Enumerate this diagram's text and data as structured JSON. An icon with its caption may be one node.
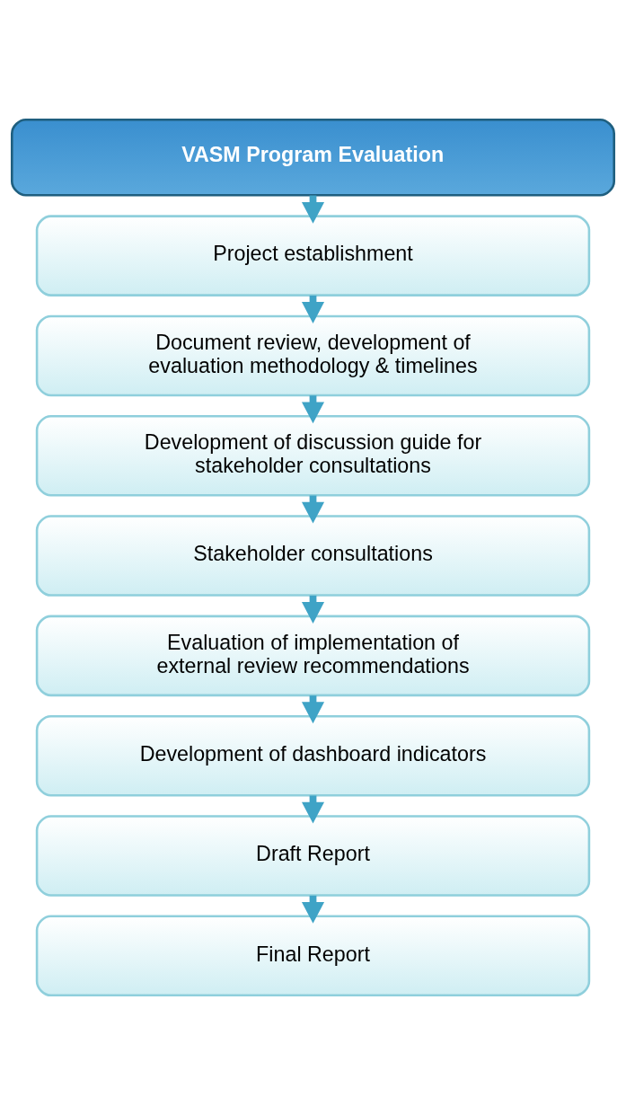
{
  "diagram": {
    "nodes": [
      {
        "text": [
          "VASM Program Evaluation"
        ]
      },
      {
        "text": [
          "Project establishment"
        ]
      },
      {
        "text": [
          "Document review, development of evaluation methodology & timelines"
        ]
      },
      {
        "text": [
          "Development of discussion guide for stakeholder consultations"
        ]
      },
      {
        "text": [
          "Stakeholder consultations"
        ]
      },
      {
        "text": [
          "Evaluation of implementation of external review recommendations"
        ]
      },
      {
        "text": [
          "Development of dashboard indicators"
        ]
      },
      {
        "text": [
          "Draft Report"
        ]
      },
      {
        "text": [
          "Final Report"
        ]
      }
    ],
    "edges": [
      {
        "from": 0,
        "to": 1,
        "arrow": "to"
      },
      {
        "from": 1,
        "to": 2,
        "arrow": "to"
      },
      {
        "from": 2,
        "to": 3,
        "arrow": "to"
      },
      {
        "from": 3,
        "to": 4,
        "arrow": "to"
      },
      {
        "from": 4,
        "to": 5,
        "arrow": "to"
      },
      {
        "from": 5,
        "to": 6,
        "arrow": "to"
      },
      {
        "from": 6,
        "to": 7,
        "arrow": "to"
      },
      {
        "from": 7,
        "to": 8,
        "arrow": "to"
      }
    ]
  }
}
